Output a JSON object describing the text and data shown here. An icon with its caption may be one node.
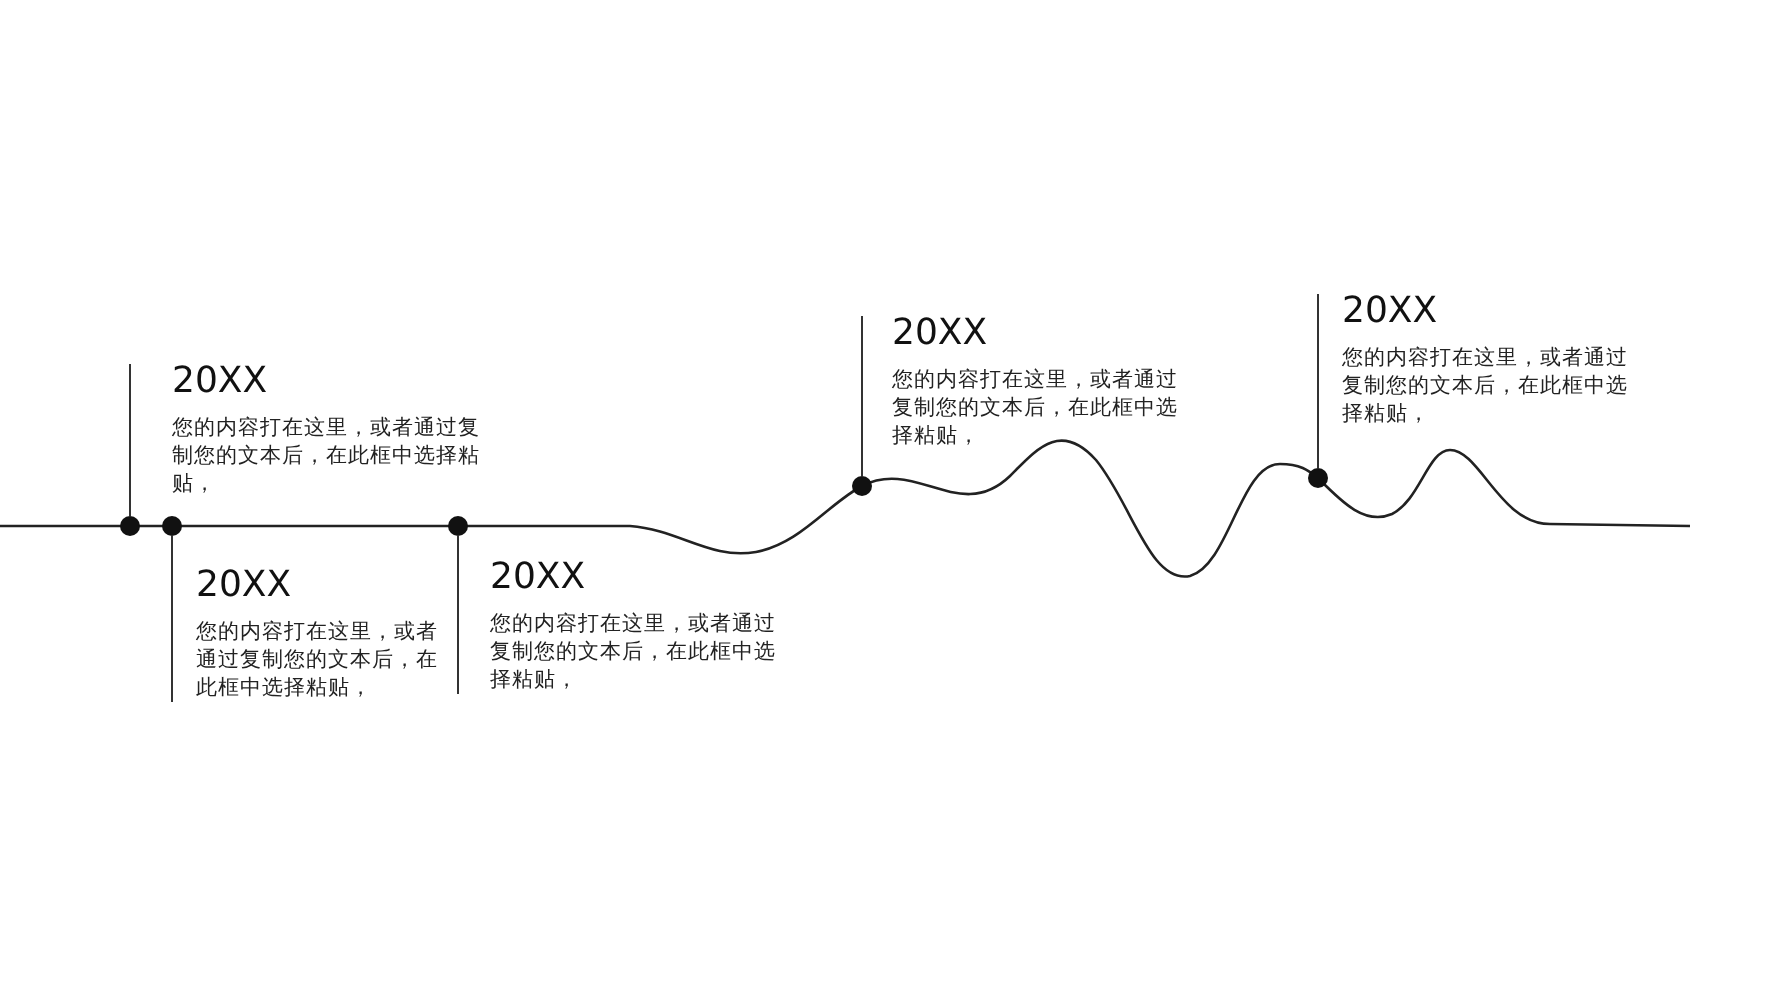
{
  "diagram": {
    "nodes": [
      {
        "text": [
          "20XX",
          "您的内容打在这里，或者通过复制您的文本后，在此框中选择粘贴，"
        ]
      },
      {
        "text": [
          "20XX",
          "您的内容打在这里，或者通过复制您的文本后，在此框中选择粘贴，"
        ]
      },
      {
        "text": [
          "20XX",
          "您的内容打在这里，或者通过复制您的文本后，在此框中选择粘贴，"
        ]
      },
      {
        "text": [
          "20XX",
          "您的内容打在这里，或者通过复制您的文本后，在此框中选择粘贴，"
        ]
      },
      {
        "text": [
          "20XX",
          "您的内容打在这里，或者通过复制您的文本后，在此框中选择粘贴，"
        ]
      },
      {
        "text": [],
        "shape": "circle"
      },
      {
        "text": [],
        "shape": "circle"
      },
      {
        "text": [],
        "shape": "circle"
      },
      {
        "text": [],
        "shape": "circle"
      },
      {
        "text": [],
        "shape": "circle"
      }
    ],
    "edges": [
      {
        "from": 5,
        "to": 0,
        "arrow": "none"
      },
      {
        "from": 6,
        "to": 1,
        "arrow": "none"
      },
      {
        "from": 7,
        "to": 2,
        "arrow": "none"
      },
      {
        "from": 8,
        "to": 3,
        "arrow": "none"
      },
      {
        "from": 9,
        "to": 4,
        "arrow": "none"
      }
    ]
  }
}
